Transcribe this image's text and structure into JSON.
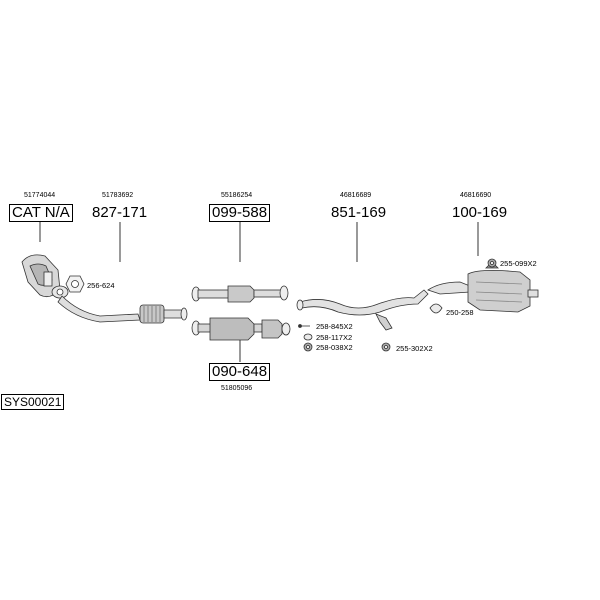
{
  "groups": [
    {
      "oem": "51774044",
      "part": "CAT N/A",
      "boxed": true
    },
    {
      "oem": "51783692",
      "part": "827-171",
      "boxed": false
    },
    {
      "oem": "55186254",
      "part": "099-588",
      "boxed": true
    },
    {
      "oem": "46816689",
      "part": "851-169",
      "boxed": false
    },
    {
      "oem": "46816690",
      "part": "100-169",
      "boxed": false
    }
  ],
  "lower_group": {
    "part": "090-648",
    "oem": "51805096",
    "boxed": true
  },
  "accessories": {
    "a256_624": "256-624",
    "a258_845": "258-845X2",
    "a258_117": "258-117X2",
    "a258_038": "258-038X2",
    "a255_302": "255-302X2",
    "a250_258": "250-258",
    "a255_099": "255-099X2"
  },
  "system_code": "SYS00021"
}
